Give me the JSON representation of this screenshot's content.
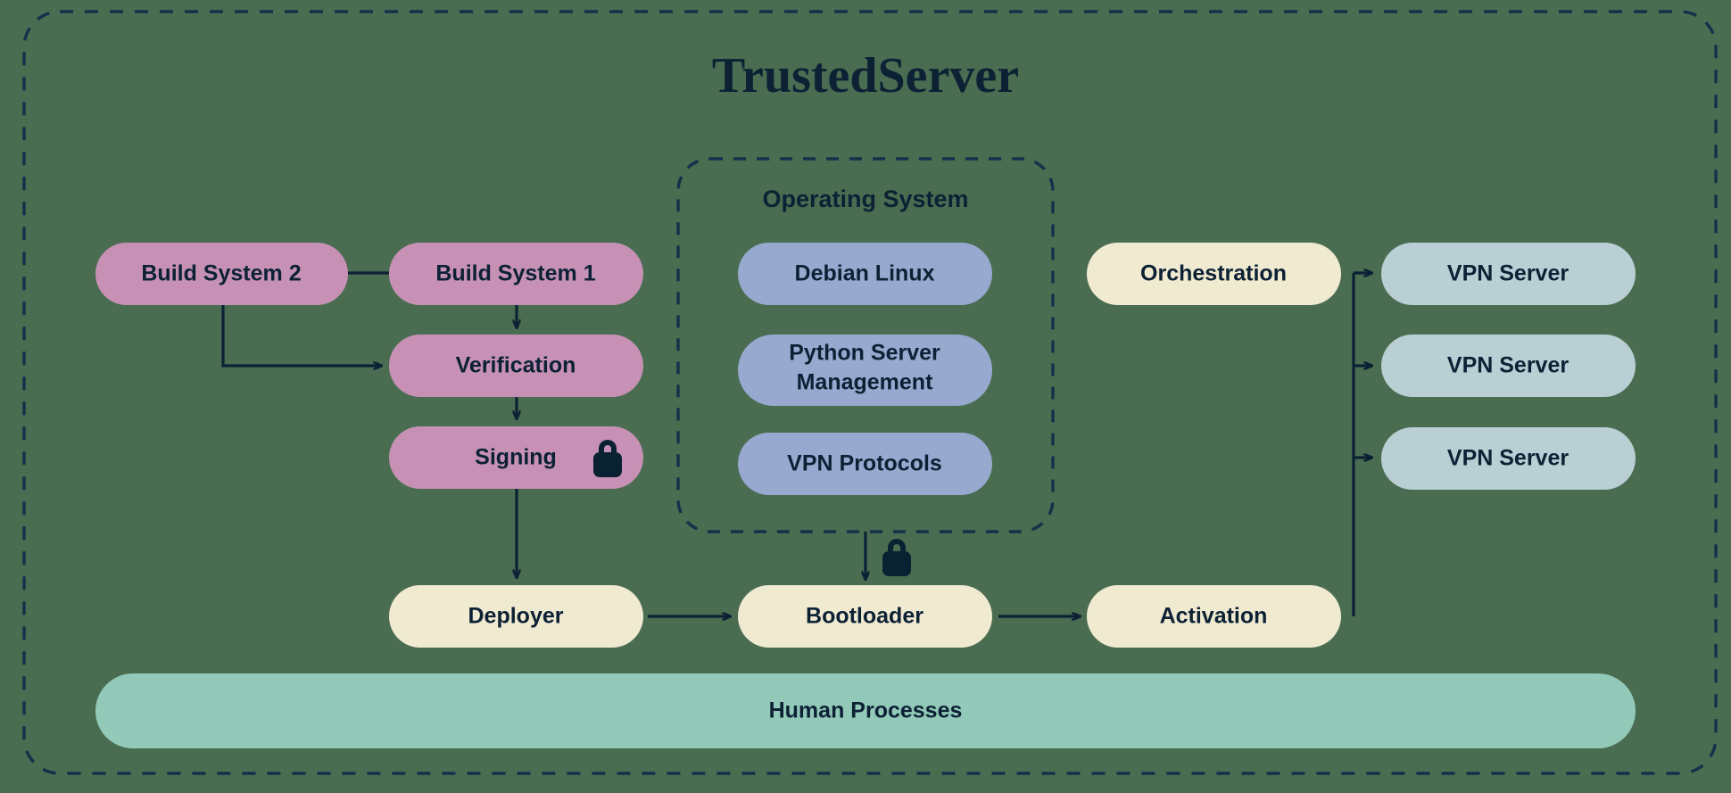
{
  "diagram": {
    "title": "TrustedServer",
    "background_color": "#4a6d51",
    "ink_color": "#0d2135",
    "outer_frame": {
      "style": "dashed",
      "name": "trustedserver-boundary"
    },
    "groups": [
      {
        "id": "operating-system",
        "title": "Operating System",
        "style": "dashed",
        "items": [
          {
            "id": "debian-linux",
            "label": "Debian Linux",
            "color": "#97a9cf"
          },
          {
            "id": "python-server-management",
            "label": "Python Server\nManagement",
            "line1": "Python Server",
            "line2": "Management",
            "color": "#97a9cf"
          },
          {
            "id": "vpn-protocols",
            "label": "VPN Protocols",
            "color": "#97a9cf"
          }
        ]
      }
    ],
    "nodes": [
      {
        "id": "build-system-2",
        "label": "Build System 2",
        "color": "#c691b5",
        "group": "build"
      },
      {
        "id": "build-system-1",
        "label": "Build System 1",
        "color": "#c691b5",
        "group": "build"
      },
      {
        "id": "verification",
        "label": "Verification",
        "color": "#c691b5",
        "group": "build"
      },
      {
        "id": "signing",
        "label": "Signing",
        "color": "#c691b5",
        "group": "build",
        "badge": "lock-icon"
      },
      {
        "id": "deployer",
        "label": "Deployer",
        "color": "#f0ead1",
        "group": "deploy"
      },
      {
        "id": "bootloader",
        "label": "Bootloader",
        "color": "#f0ead1",
        "group": "deploy"
      },
      {
        "id": "activation",
        "label": "Activation",
        "color": "#f0ead1",
        "group": "deploy"
      },
      {
        "id": "orchestration",
        "label": "Orchestration",
        "color": "#f0ead1",
        "group": "deploy"
      },
      {
        "id": "vpn-server-1",
        "label": "VPN Server",
        "color": "#b9cfd3",
        "group": "vpn"
      },
      {
        "id": "vpn-server-2",
        "label": "VPN Server",
        "color": "#b9cfd3",
        "group": "vpn"
      },
      {
        "id": "vpn-server-3",
        "label": "VPN Server",
        "color": "#b9cfd3",
        "group": "vpn"
      },
      {
        "id": "human-processes",
        "label": "Human Processes",
        "color": "#92c9b8",
        "group": "human"
      }
    ],
    "edges": [
      {
        "from": "build-system-1",
        "to": "build-system-2",
        "direction": "left"
      },
      {
        "from": "build-system-1",
        "to": "verification",
        "direction": "down"
      },
      {
        "from": "build-system-2",
        "to": "verification",
        "direction": "down-right"
      },
      {
        "from": "verification",
        "to": "signing",
        "direction": "down"
      },
      {
        "from": "signing",
        "to": "deployer",
        "direction": "down"
      },
      {
        "from": "deployer",
        "to": "bootloader",
        "direction": "right"
      },
      {
        "from": "bootloader",
        "to": "activation",
        "direction": "right"
      },
      {
        "from": "operating-system",
        "to": "bootloader",
        "direction": "down",
        "badge": "lock-icon"
      },
      {
        "from": "activation",
        "to": "orchestration",
        "direction": "up"
      },
      {
        "from": "orchestration",
        "to": "vpn-server-1",
        "direction": "right"
      },
      {
        "from": "orchestration",
        "to": "vpn-server-2",
        "direction": "right"
      },
      {
        "from": "orchestration",
        "to": "vpn-server-3",
        "direction": "right"
      }
    ],
    "icons": [
      {
        "id": "signing-lock",
        "name": "lock-icon",
        "attached_to": "signing"
      },
      {
        "id": "bootloader-lock",
        "name": "lock-icon",
        "attached_to": "bootloader-edge"
      }
    ]
  }
}
